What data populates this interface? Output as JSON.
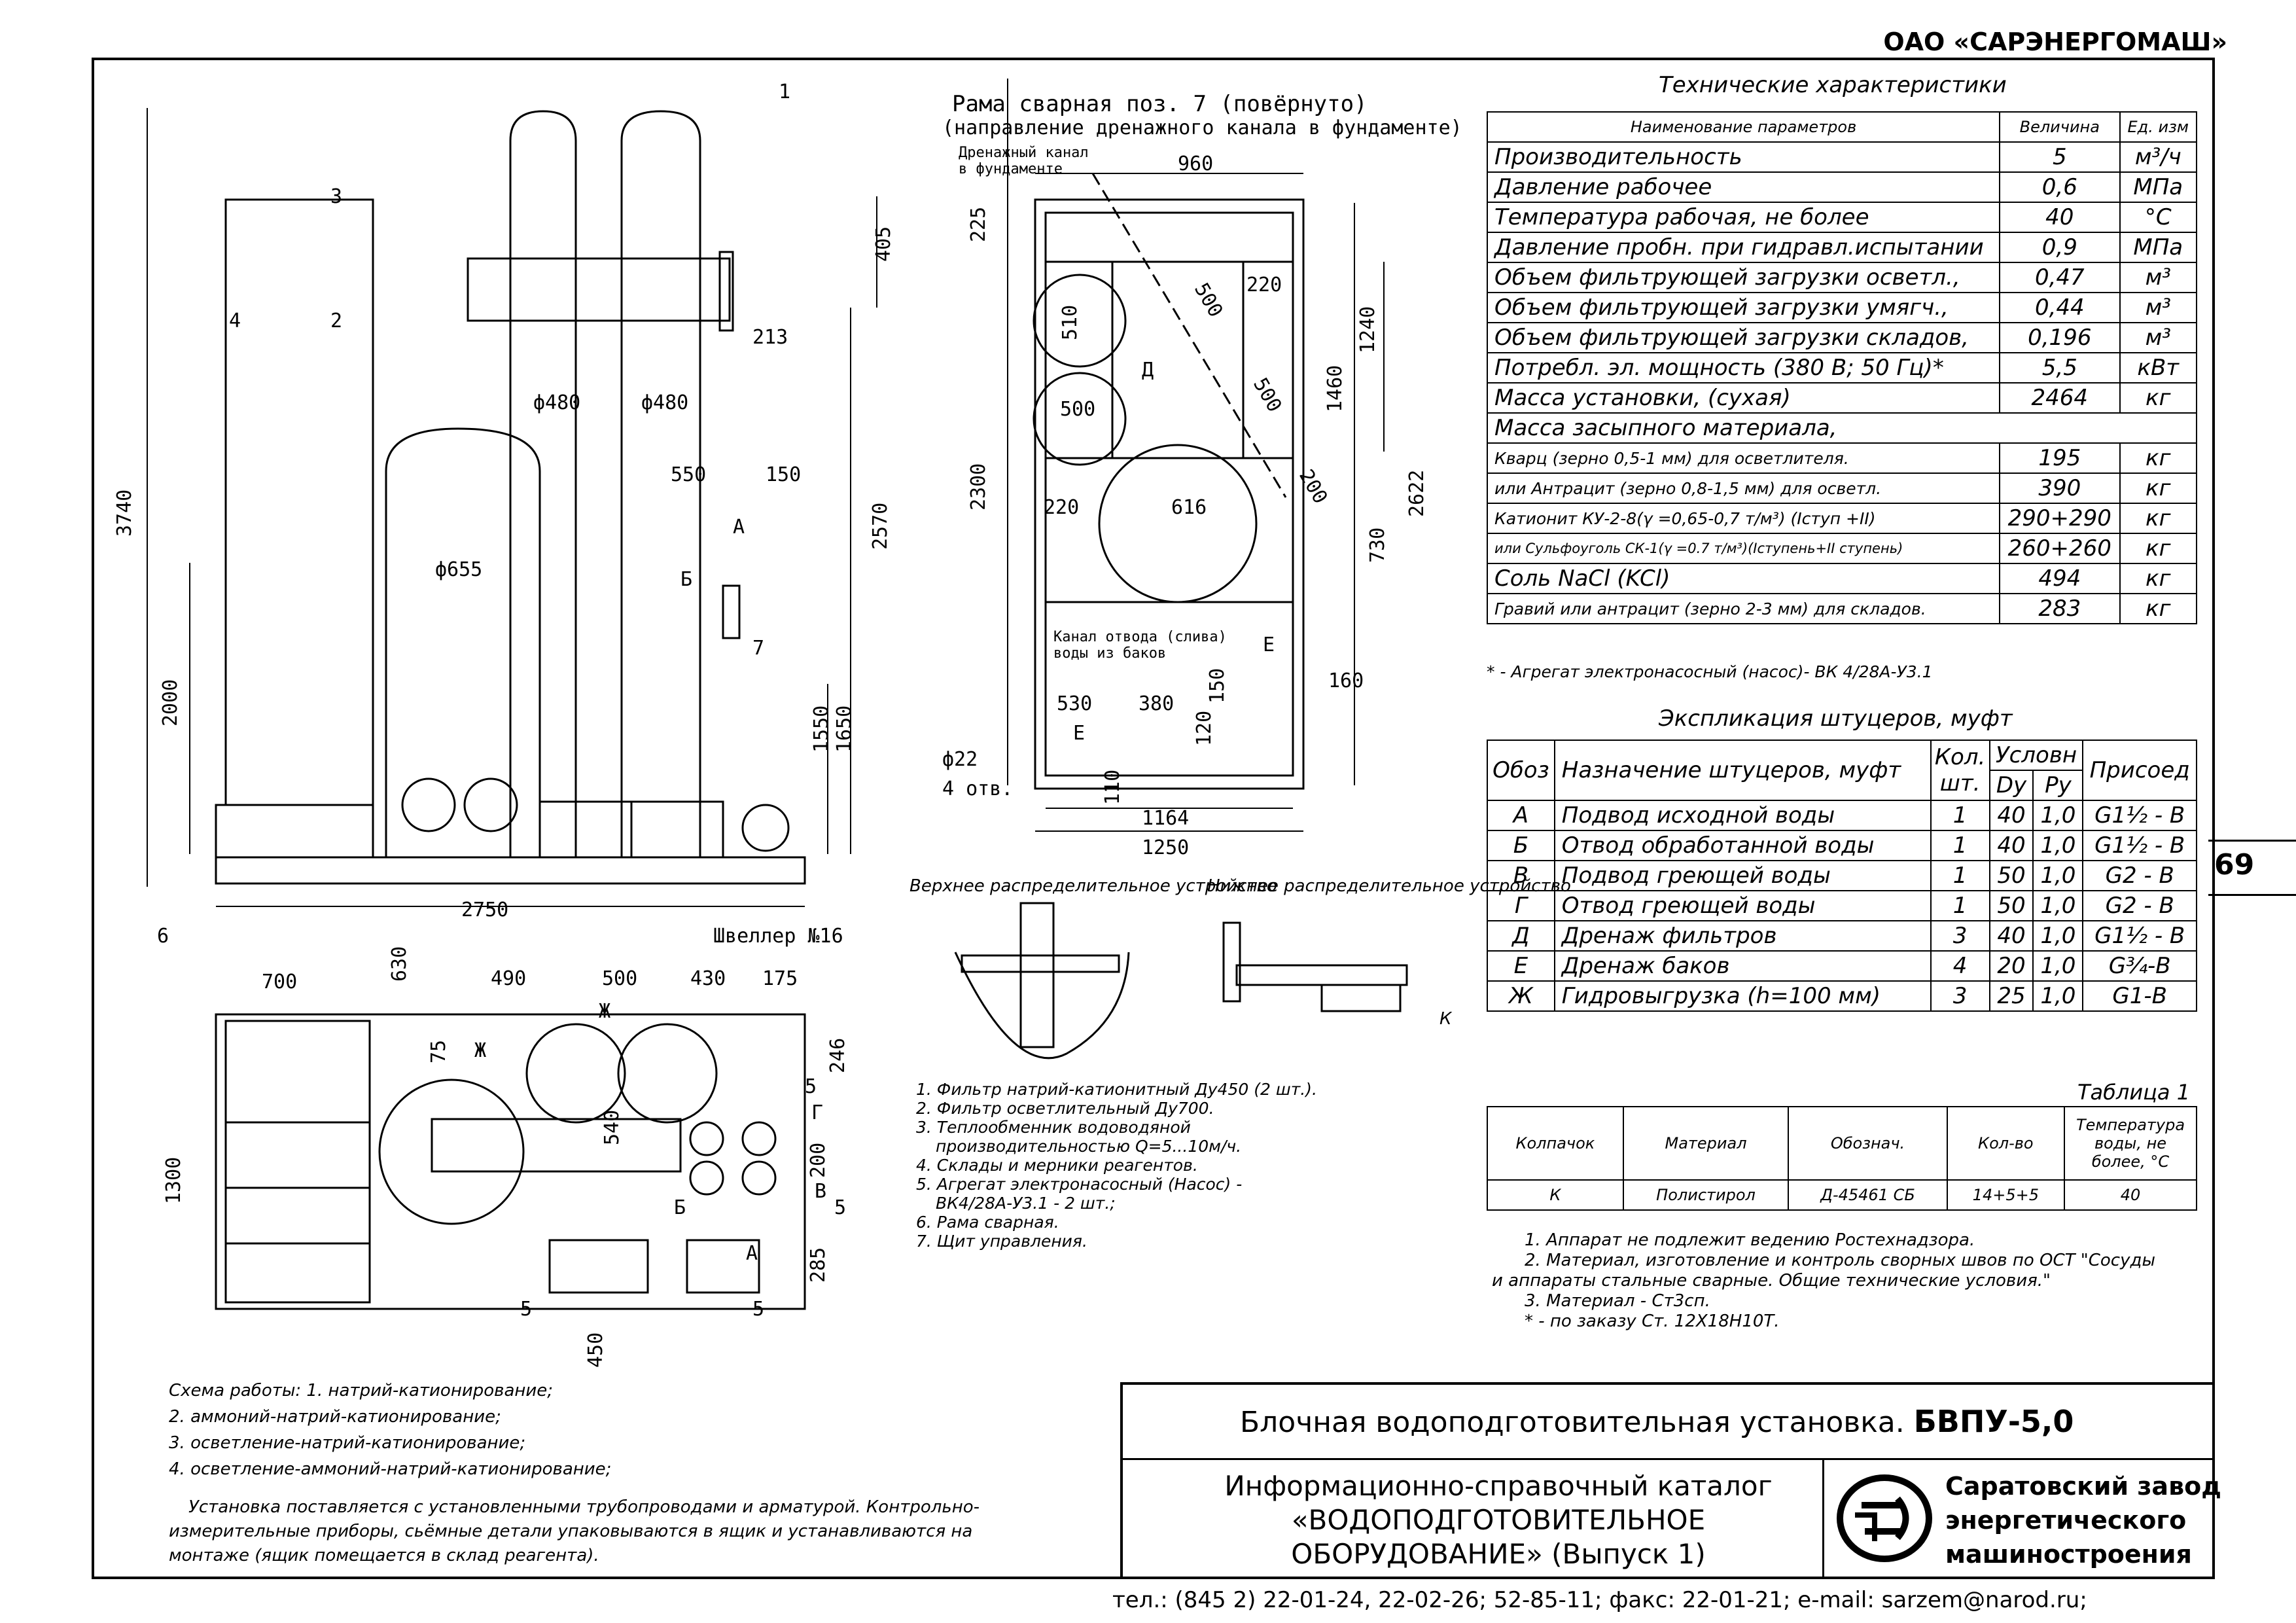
{
  "header": {
    "company": "ОАО «САРЭНЕРГОМАШ»",
    "page_number": "69"
  },
  "frame_view": {
    "title": "Рама сварная поз. 7 (повёрнуто)",
    "subtitle": "(направление дренажного канала в фундаменте)",
    "drain_label_1": "Дренажный канал",
    "drain_label_2": "в фундаменте",
    "channel_label_1": "Канал отвода (слива)",
    "channel_label_2": "воды из баков",
    "holes_1": "ф22",
    "holes_2": "4 отв.",
    "dims": [
      "960",
      "225",
      "1240",
      "1460",
      "2300",
      "2622",
      "730",
      "510",
      "500",
      "220",
      "220",
      "616",
      "500",
      "500",
      "200",
      "530",
      "380",
      "120",
      "150",
      "160",
      "110",
      "1164",
      "1250"
    ],
    "markers": [
      "Д",
      "Е",
      "Е"
    ]
  },
  "front_view": {
    "dims": [
      "3740",
      "405",
      "213",
      "ф480",
      "ф480",
      "ф655",
      "550",
      "150",
      "2570",
      "2000",
      "1550",
      "1650",
      "2750"
    ],
    "callouts": [
      "1",
      "3",
      "4",
      "2",
      "7",
      "6",
      "А",
      "Б"
    ],
    "channel": "Швеллер №16"
  },
  "plan_view": {
    "dims": [
      "700",
      "630",
      "490",
      "500",
      "430",
      "175",
      "75",
      "540",
      "246",
      "200",
      "285",
      "450",
      "1300"
    ],
    "callouts": [
      "Ж",
      "Ж",
      "Г",
      "В",
      "Б",
      "А",
      "5",
      "5",
      "5",
      "5"
    ]
  },
  "distributors": {
    "upper": "Верхнее распределительное устройство",
    "lower": "Нижнее распределительное устройство",
    "k": "К"
  },
  "legend": [
    "1. Фильтр натрий-катионитный Ду450 (2 шт.).",
    "2. Фильтр осветлительный Ду700.",
    "3. Теплообменник водоводяной",
    "   производительностью Q=5...10м/ч.",
    "4. Склады и мерники реагентов.",
    "5. Агрегат электронасосный (Насос) -",
    "   ВК4/28А-У3.1 - 2 шт.;",
    "6. Рама сварная.",
    "7. Щит управления."
  ],
  "tech": {
    "title": "Технические характеристики",
    "headers": [
      "Наименование параметров",
      "Величина",
      "Ед. изм"
    ],
    "rows": [
      {
        "name": "Производительность",
        "value": "5",
        "unit": "м³/ч"
      },
      {
        "name": "Давление рабочее",
        "value": "0,6",
        "unit": "МПа"
      },
      {
        "name": "Температура рабочая, не более",
        "value": "40",
        "unit": "°С"
      },
      {
        "name": "Давление пробн. при гидравл.испытании",
        "value": "0,9",
        "unit": "МПа"
      },
      {
        "name": "Объем фильтрующей загрузки осветл.,",
        "value": "0,47",
        "unit": "м³"
      },
      {
        "name": "Объем фильтрующей загрузки умягч.,",
        "value": "0,44",
        "unit": "м³"
      },
      {
        "name": "Объем фильтрующей загрузки складов,",
        "value": "0,196",
        "unit": "м³"
      },
      {
        "name": "Потребл. эл. мощность (380 В; 50 Гц)*",
        "value": "5,5",
        "unit": "кВт"
      },
      {
        "name": "Масса установки, (сухая)",
        "value": "2464",
        "unit": "кг"
      },
      {
        "name": "Масса засыпного материала,",
        "value": "",
        "unit": ""
      },
      {
        "name": "Кварц (зерно 0,5-1 мм) для осветлителя.",
        "value": "195",
        "unit": "кг"
      },
      {
        "name": "или Антрацит (зерно 0,8-1,5 мм) для осветл.",
        "value": "390",
        "unit": "кг"
      },
      {
        "name": "Катионит КУ-2-8(γ =0,65-0,7 т/м³) (Iступ +II)",
        "value": "290+290",
        "unit": "кг"
      },
      {
        "name": "или Сульфоуголь СК-1(γ =0.7 т/м³)(Iступень+II ступень)",
        "value": "260+260",
        "unit": "кг"
      },
      {
        "name": "Соль NaCl (KCl)",
        "value": "494",
        "unit": "кг"
      },
      {
        "name": "Гравий или антрацит (зерно 2-3 мм) для складов.",
        "value": "283",
        "unit": "кг"
      }
    ],
    "footnote": "* - Агрегат электронасосный (насос)- ВК 4/28А-У3.1"
  },
  "explication": {
    "title": "Экспликация штуцеров, муфт",
    "headers": {
      "code": "Обоз",
      "purpose": "Назначение штуцеров, муфт",
      "qty": "Кол. шт.",
      "cond": "Условн",
      "dy": "Dy",
      "py": "Py",
      "conn": "Присоед"
    },
    "rows": [
      {
        "code": "А",
        "purpose": "Подвод исходной воды",
        "qty": "1",
        "dy": "40",
        "py": "1,0",
        "conn": "G1½ - B"
      },
      {
        "code": "Б",
        "purpose": "Отвод обработанной воды",
        "qty": "1",
        "dy": "40",
        "py": "1,0",
        "conn": "G1½ - B"
      },
      {
        "code": "В",
        "purpose": "Подвод греющей воды",
        "qty": "1",
        "dy": "50",
        "py": "1,0",
        "conn": "G2 - B"
      },
      {
        "code": "Г",
        "purpose": "Отвод греющей воды",
        "qty": "1",
        "dy": "50",
        "py": "1,0",
        "conn": "G2 - B"
      },
      {
        "code": "Д",
        "purpose": "Дренаж фильтров",
        "qty": "3",
        "dy": "40",
        "py": "1,0",
        "conn": "G1½ - B"
      },
      {
        "code": "Е",
        "purpose": "Дренаж баков",
        "qty": "4",
        "dy": "20",
        "py": "1,0",
        "conn": "G¾-B"
      },
      {
        "code": "Ж",
        "purpose": "Гидровыгрузка (h=100 мм)",
        "qty": "3",
        "dy": "25",
        "py": "1,0",
        "conn": "G1-B"
      }
    ]
  },
  "table1": {
    "title": "Таблица 1",
    "headers": [
      "Колпачок",
      "Материал",
      "Обознач.",
      "Кол-во",
      "Температура воды, не более, °С"
    ],
    "row": [
      "К",
      "Полистирол",
      "Д-45461 СБ",
      "14+5+5",
      "40"
    ]
  },
  "notes": [
    "1. Аппарат не подлежит ведению Ростехнадзора.",
    "2. Материал, изготовление и контроль сворных швов по ОСТ \"Сосуды",
    "и аппараты стальные сварные. Общие технические условия.\"",
    "3. Материал - Ст3сп.",
    "* - по заказу Ст. 12Х18Н10Т."
  ],
  "scheme": {
    "lines": [
      "Схема работы: 1. натрий-катионирование;",
      "2. аммоний-натрий-катионирование;",
      "3. осветление-натрий-катионирование;",
      "4. осветление-аммоний-натрий-катионирование;"
    ],
    "delivery": [
      "Установка поставляется с установленными трубопроводами и арматурой.  Контрольно-",
      "измерительные приборы, сьёмные детали упаковываются в ящик и устанавливаются на",
      "монтаже (ящик помещается в склад реагента)."
    ]
  },
  "titleblock": {
    "title": "Блочная водоподготовительная установка.",
    "title_bold": "БВПУ-5,0",
    "catalog_1": "Информационно-справочный каталог",
    "catalog_2": "«ВОДОПОДГОТОВИТЕЛЬНОЕ",
    "catalog_3": "ОБОРУДОВАНИЕ» (Выпуск 1)",
    "plant_1": "Саратовский завод",
    "plant_2": "энергетического",
    "plant_3": "машиностроения"
  },
  "contacts": "тел.: (845 2) 22-01-24, 22-02-26; 52-85-11; факс: 22-01-21; e-mail: sarzem@narod.ru;"
}
